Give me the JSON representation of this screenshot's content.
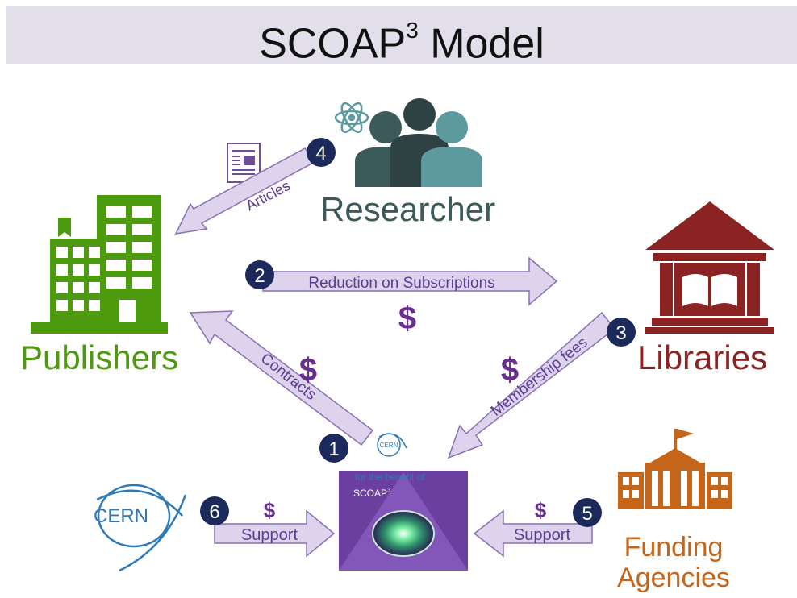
{
  "header": {
    "title_main": "SCOAP",
    "title_sup": "3",
    "title_end": " Model"
  },
  "nodes": {
    "publishers": "Publishers",
    "libraries": "Libraries",
    "researcher": "Researcher",
    "funding_line1": "Funding",
    "funding_line2": "Agencies"
  },
  "flows": {
    "contracts": "Contracts",
    "reduction": "Reduction on Subscriptions",
    "membership": "Membership fees",
    "articles": "Articles",
    "support_right": "Support",
    "support_left": "Support"
  },
  "steps": [
    "1",
    "2",
    "3",
    "4",
    "5",
    "6"
  ],
  "money_symbol": "$",
  "logo": {
    "cern": "CERN",
    "tagline": "for the benefit of",
    "scoap_main": "SCOAP",
    "scoap_sup": "3"
  },
  "colors": {
    "arrow_fill": "#ddd3ec",
    "arrow_stroke": "#8b6fb5",
    "arrow_text": "#5b3a94",
    "badge": "#1b2a5a",
    "money": "#6a2e91",
    "publishers": "#4e9a0e",
    "libraries": "#8b2323",
    "researcher": "#3d5a5b",
    "funding": "#c5651a",
    "cern_blue": "#2f79b8"
  }
}
